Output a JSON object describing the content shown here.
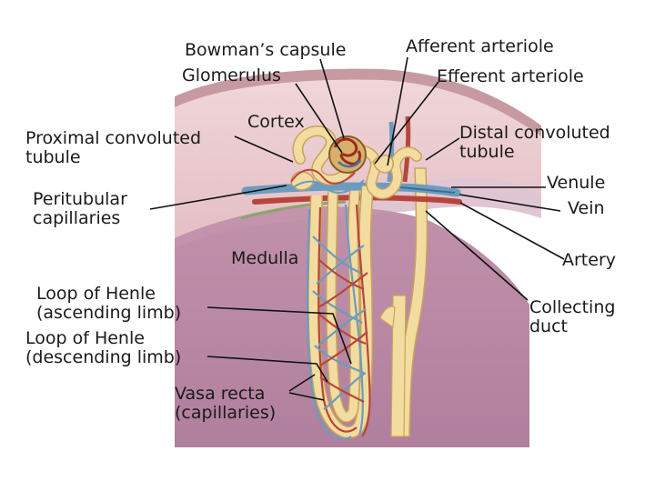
{
  "labels": {
    "bowmans_capsule": "Bowman’s capsule",
    "glomerulus": "Glomerulus",
    "afferent_arteriole": "Afferent arteriole",
    "efferent_arteriole": "Efferent arteriole",
    "cortex": "Cortex",
    "proximal_line1": "Proximal convoluted",
    "proximal_line2": "tubule",
    "distal_line1": "Distal convoluted",
    "distal_line2": "tubule",
    "peritubular_line1": "Peritubular",
    "peritubular_line2": "capillaries",
    "venule": "Venule",
    "vein": "Vein",
    "artery": "Artery",
    "medulla": "Medulla",
    "collecting_line1": "Collecting",
    "collecting_line2": "duct",
    "loop_asc_line1": "Loop of Henle",
    "loop_asc_line2": "(ascending limb)",
    "loop_desc_line1": "Loop of Henle",
    "loop_desc_line2": "(descending limb)",
    "vasa_line1": "Vasa recta",
    "vasa_line2": "(capillaries)"
  },
  "colors": {
    "cortex_tissue": "#e9c9cf",
    "medulla_tissue": "#b98aa6",
    "capsule_band": "#c79aa2",
    "tubule": "#f3dca0",
    "tubule_edge": "#c9a35c",
    "artery_red": "#b8453c",
    "vein_blue": "#6b9cc0",
    "leader_line": "#111111"
  }
}
